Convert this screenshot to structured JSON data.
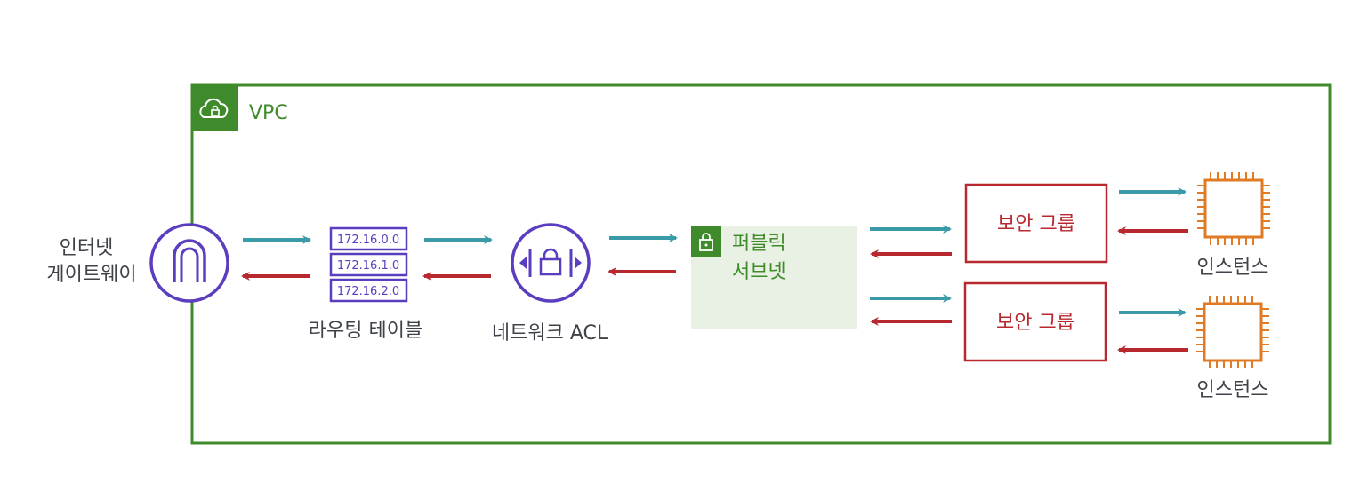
{
  "vpc": {
    "label": "VPC",
    "icon": "cloud-lock-icon",
    "color": "#3f8b2b"
  },
  "internet_gateway": {
    "label_line1": "인터넷",
    "label_line2": "게이트웨이",
    "icon": "internet-gateway-icon",
    "color": "#5b3dbf"
  },
  "route_table": {
    "label": "라우팅 테이블",
    "entries": [
      "172.16.0.0",
      "172.16.1.0",
      "172.16.2.0"
    ],
    "icon": "route-table-icon",
    "color": "#5b3dbf"
  },
  "network_acl": {
    "label": "네트워크 ACL",
    "icon": "network-acl-icon",
    "color": "#5b3dbf"
  },
  "public_subnet": {
    "label_line1": "퍼블릭",
    "label_line2": "서브넷",
    "icon": "lock-icon",
    "color": "#3f8b2b",
    "fill": "#e8f1e4"
  },
  "security_groups": [
    {
      "label": "보안 그룹"
    },
    {
      "label": "보안 그룹"
    }
  ],
  "security_group_color": "#b8292f",
  "instances": [
    {
      "label": "인스턴스",
      "icon": "ec2-instance-icon"
    },
    {
      "label": "인스턴스",
      "icon": "ec2-instance-icon"
    }
  ],
  "instance_color": "#e07b24",
  "arrow_colors": {
    "inbound": "#3a9aa8",
    "outbound": "#b8292f"
  }
}
